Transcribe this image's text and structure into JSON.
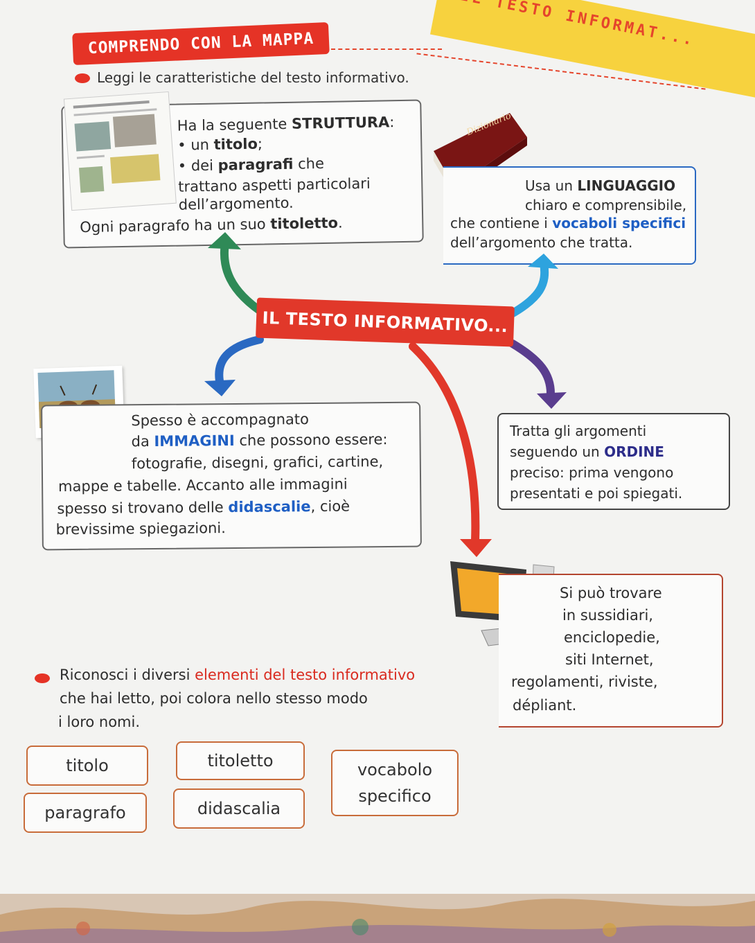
{
  "header": {
    "banner_left": "COMPRENDO CON LA MAPPA",
    "banner_right": "IL TESTO INFORMAT..."
  },
  "instruction_top": "Leggi le caratteristiche del testo informativo.",
  "center_title": "IL TESTO INFORMATIVO...",
  "box_structure": {
    "l1a": "Ha la seguente ",
    "l1b": "STRUTTURA",
    "l2a": "un ",
    "l2b": "titolo",
    "l3a": "dei ",
    "l3b": "paragrafi",
    "l3c": " che",
    "l4": "trattano aspetti particolari",
    "l5": "dell’argomento.",
    "l6a": "Ogni paragrafo ha un suo ",
    "l6b": "titoletto"
  },
  "box_language": {
    "l1a": "Usa un ",
    "l1b": "LINGUAGGIO",
    "l2": "chiaro e comprensibile,",
    "l3a": "che contiene i ",
    "l3b": "vocaboli specifici",
    "l4": "dell’argomento che tratta."
  },
  "dictionary_label": "Dizionario",
  "box_images": {
    "l1": "Spesso è accompagnato",
    "l2a": "da ",
    "l2b": "IMMAGINI",
    "l2c": " che possono essere:",
    "l3": "fotografie, disegni, grafici, cartine,",
    "l4": "mappe e tabelle. Accanto alle immagini",
    "l5a": "spesso si trovano delle ",
    "l5b": "didascalie",
    "l5c": ", cioè",
    "l6": "brevissime spiegazioni."
  },
  "box_order": {
    "l1": "Tratta gli argomenti",
    "l2a": "seguendo un ",
    "l2b": "ORDINE",
    "l3": "preciso: prima vengono",
    "l4": "presentati e poi spiegati."
  },
  "box_where": {
    "l1": "Si può trovare",
    "l2": "in sussidiari,",
    "l3": "enciclopedie,",
    "l4": "siti Internet,",
    "l5": "regolamenti, riviste,",
    "l6": "dépliant."
  },
  "instruction_bottom": {
    "l1a": "Riconosci i diversi ",
    "l1b": "elementi del testo informativo",
    "l2": "che hai letto, poi colora nello stesso modo",
    "l3": "i loro nomi."
  },
  "answers": {
    "titolo": "titolo",
    "titoletto": "titoletto",
    "vocabolo_a": "vocabolo",
    "vocabolo_b": "specifico",
    "paragrafo": "paragrafo",
    "didascalia": "didascalia"
  },
  "colors": {
    "red": "#e1382a",
    "green": "#2f8a57",
    "lightblue": "#2ea3de",
    "blue": "#2a69c2",
    "purple": "#5a3d8e",
    "yellow": "#f7d23e"
  }
}
